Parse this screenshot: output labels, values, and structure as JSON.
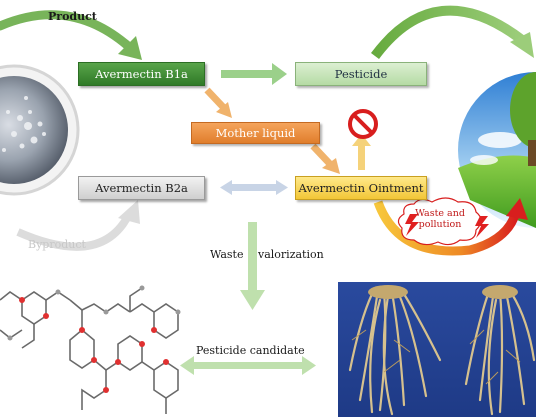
{
  "labels": {
    "product": "Product",
    "byproduct": "Byproduct",
    "waste": "Waste",
    "valorization": "valorization",
    "pesticide_candidate": "Pesticide candidate"
  },
  "boxes": {
    "avermectin_b1a": "Avermectin B1a",
    "pesticide": "Pesticide",
    "mother_liquid": "Mother liquid",
    "avermectin_b2a": "Avermectin B2a",
    "avermectin_ointment": "Avermectin Ointment"
  },
  "bubble": {
    "line1": "Waste and",
    "line2": "pollution"
  },
  "icons": [
    "petri-dish",
    "prohibition-sign",
    "tree-landscape",
    "lightning-icon",
    "molecule-structure",
    "root-samples"
  ],
  "colors": {
    "green": "#3e8f35",
    "orange": "#e88a36",
    "gray": "#cfcfcf",
    "yellow": "#f5cc3a",
    "red": "#d81e1e"
  }
}
